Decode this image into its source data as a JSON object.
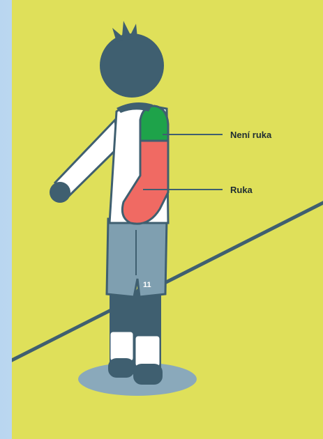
{
  "diagram": {
    "colors": {
      "background": "#dfe05a",
      "figure": "#3f5f70",
      "shirt": "#ffffff",
      "shorts": "#7f9fb0",
      "not_arm_zone": "#1ea34a",
      "arm_zone": "#f06a63",
      "shadow": "#8aa9bb",
      "field_line": "#3f5f70"
    },
    "labels": {
      "not_arm": "Není ruka",
      "arm": "Ruka"
    },
    "player": {
      "shirt_number": "11"
    }
  }
}
